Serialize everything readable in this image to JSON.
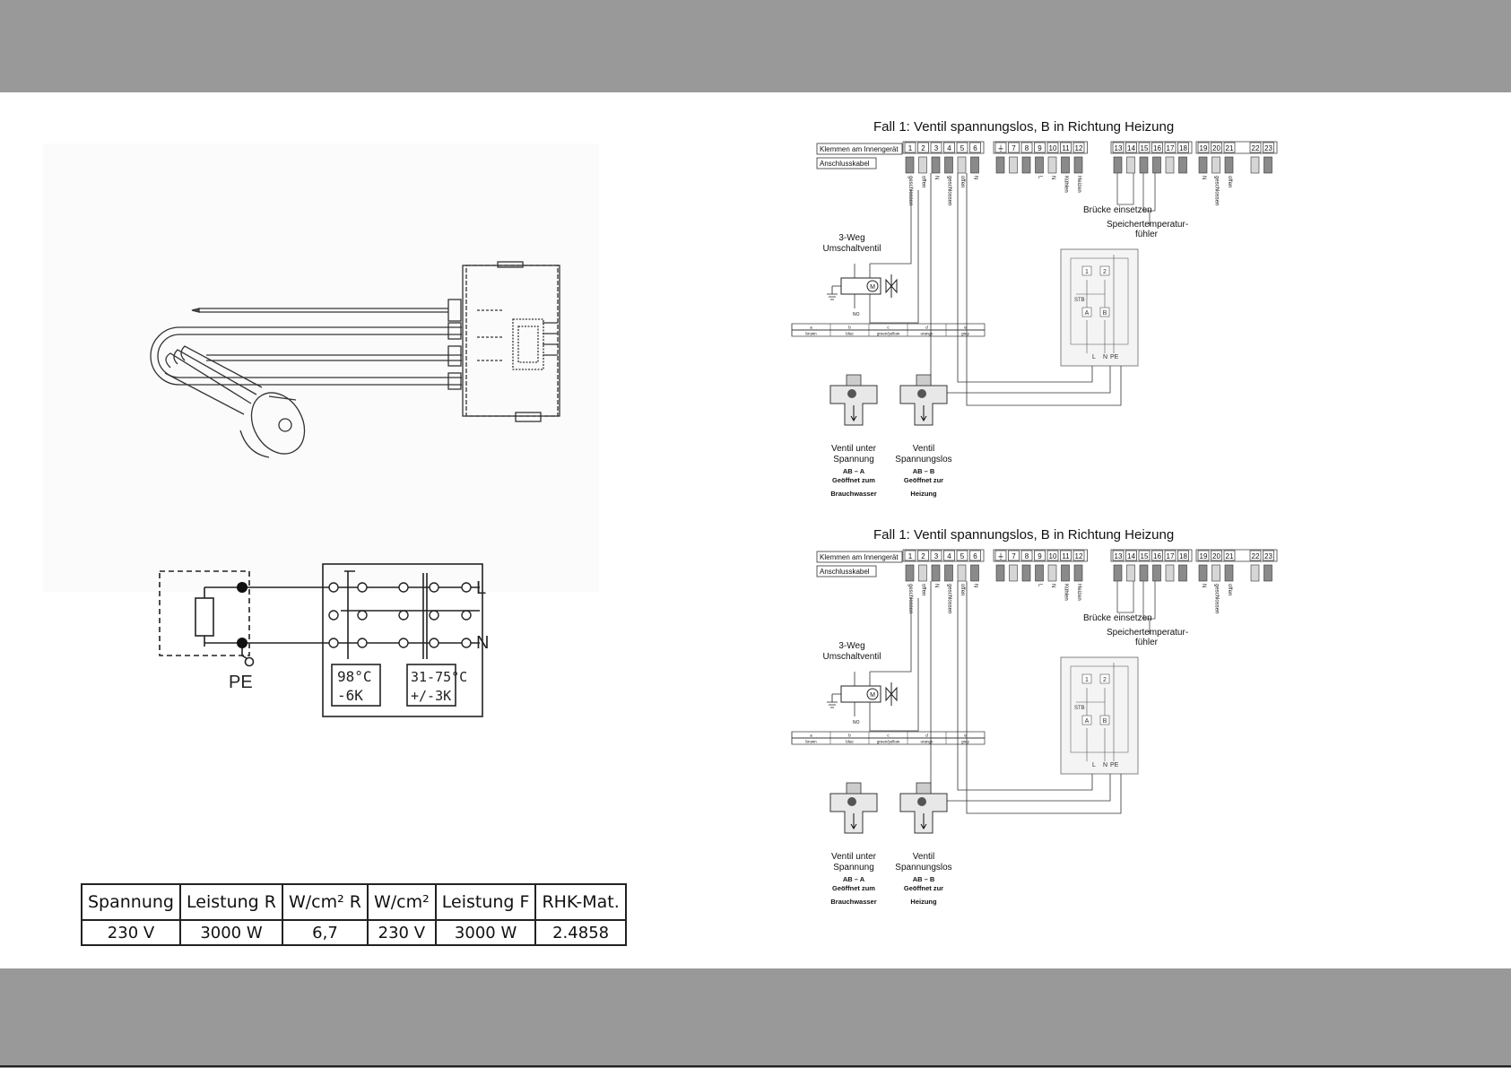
{
  "left": {
    "schematic": {
      "pe_label": "PE",
      "l_label": "L",
      "n_label": "N",
      "box1": [
        "98°C",
        "-6K"
      ],
      "box2": [
        "31-75°C",
        "+/-3K"
      ]
    },
    "spec_table": {
      "headers": [
        "Spannung",
        "Leistung R",
        "W/cm² R",
        "W/cm²",
        "Leistung F",
        "RHK-Mat."
      ],
      "row": [
        "230 V",
        "3000 W",
        "6,7",
        "230 V",
        "3000 W",
        "2.4858"
      ]
    }
  },
  "wiring": [
    {
      "title": "Fall 1: Ventil spannungslos, B in Richtung Heizung",
      "klemmen_label": "Klemmen am Innengerät",
      "anschluss_label": "Anschlusskabel",
      "terminal_groups": [
        [
          "1",
          "2",
          "3",
          "4",
          "5",
          "6"
        ],
        [
          "⏚",
          "7",
          "8",
          "9",
          "10",
          "11",
          "12"
        ],
        [
          "13",
          "14",
          "15",
          "16",
          "17",
          "18"
        ],
        [
          "19",
          "20",
          "21",
          "",
          "22",
          "23"
        ]
      ],
      "wire_labels_1": [
        "geschlossen",
        "offen",
        "N",
        "geschlossen",
        "offen",
        "N"
      ],
      "wire_labels_2": [
        "L",
        "N",
        "Kühlen",
        "Heizen"
      ],
      "wire_labels_4": [
        "N",
        "geschlossen",
        "offen"
      ],
      "bruecke": "Brücke einsetzen",
      "speicher": [
        "Speichertemperatur-",
        "fühler"
      ],
      "valve_title": [
        "3-Weg",
        "Umschaltventil"
      ],
      "motor": "M",
      "no_label": "NO",
      "color_table": {
        "letters": [
          "a",
          "b",
          "c",
          "d",
          "e"
        ],
        "colors": [
          "brown",
          "blue",
          "green/yellow",
          "orange",
          "grey"
        ]
      },
      "thermo": {
        "stb": "STB",
        "a": "A",
        "b": "B",
        "one": "1",
        "two": "2",
        "l": "L",
        "n": "N",
        "pe": "PE"
      },
      "valve_a": {
        "caption": [
          "Ventil unter",
          "Spannung"
        ],
        "bold": [
          "AB – A",
          "Geöffnet zum",
          "Brauchwasser"
        ]
      },
      "valve_b": {
        "caption": [
          "Ventil",
          "Spannungslos"
        ],
        "bold": [
          "AB – B",
          "Geöffnet zur",
          "Heizung"
        ]
      }
    },
    {
      "title": "Fall 1: Ventil spannungslos, B in Richtung Heizung",
      "klemmen_label": "Klemmen am Innengerät",
      "anschluss_label": "Anschlusskabel",
      "terminal_groups": [
        [
          "1",
          "2",
          "3",
          "4",
          "5",
          "6"
        ],
        [
          "⏚",
          "7",
          "8",
          "9",
          "10",
          "11",
          "12"
        ],
        [
          "13",
          "14",
          "15",
          "16",
          "17",
          "18"
        ],
        [
          "19",
          "20",
          "21",
          "",
          "22",
          "23"
        ]
      ],
      "wire_labels_1": [
        "geschlossen",
        "offen",
        "N",
        "geschlossen",
        "offen",
        "N"
      ],
      "wire_labels_2": [
        "L",
        "N",
        "Kühlen",
        "Heizen"
      ],
      "wire_labels_4": [
        "N",
        "geschlossen",
        "offen"
      ],
      "bruecke": "Brücke einsetzen",
      "speicher": [
        "Speichertemperatur-",
        "fühler"
      ],
      "valve_title": [
        "3-Weg",
        "Umschaltventil"
      ],
      "motor": "M",
      "no_label": "NO",
      "color_table": {
        "letters": [
          "a",
          "b",
          "c",
          "d",
          "e"
        ],
        "colors": [
          "brown",
          "blue",
          "green/yellow",
          "orange",
          "grey"
        ]
      },
      "thermo": {
        "stb": "STB",
        "a": "A",
        "b": "B",
        "one": "1",
        "two": "2",
        "l": "L",
        "n": "N",
        "pe": "PE"
      },
      "valve_a": {
        "caption": [
          "Ventil unter",
          "Spannung"
        ],
        "bold": [
          "AB – A",
          "Geöffnet zum",
          "Brauchwasser"
        ]
      },
      "valve_b": {
        "caption": [
          "Ventil",
          "Spannungslos"
        ],
        "bold": [
          "AB – B",
          "Geöffnet zur",
          "Heizung"
        ]
      }
    }
  ]
}
